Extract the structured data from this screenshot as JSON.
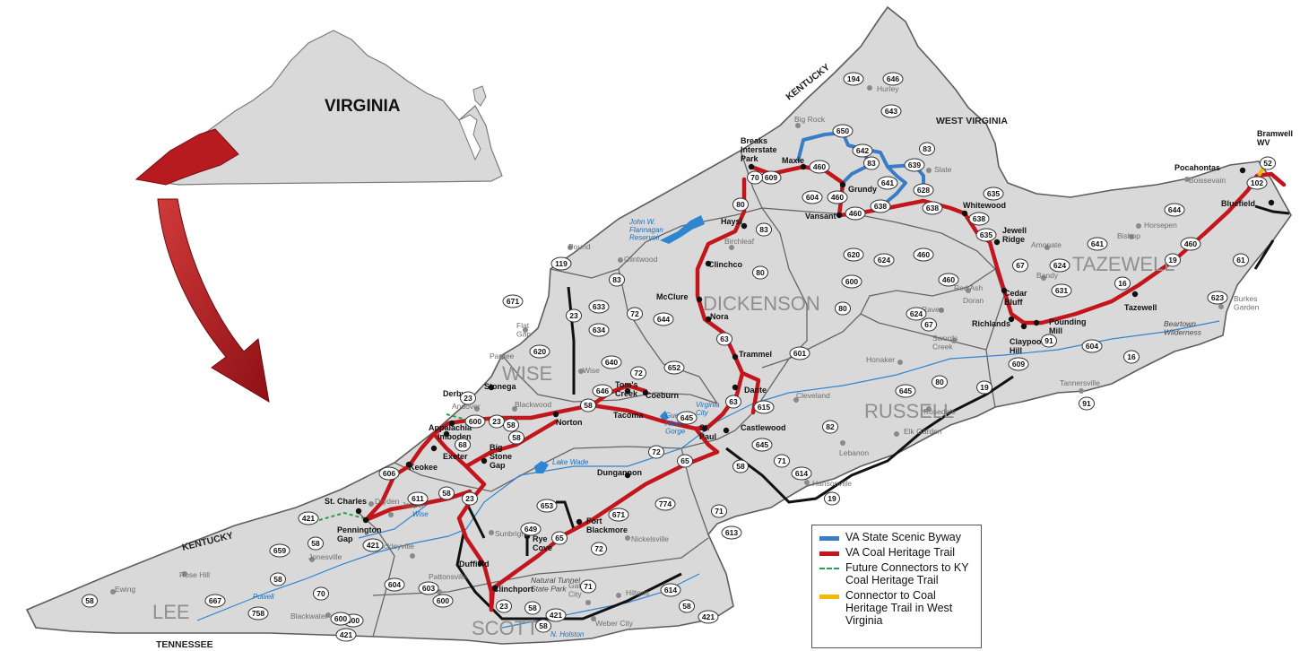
{
  "inset": {
    "state_label": "VIRGINIA"
  },
  "borders": {
    "kentucky_north": "KENTUCKY",
    "kentucky_south": "KENTUCKY",
    "west_virginia": "WEST VIRGINIA",
    "tennessee": "TENNESSEE"
  },
  "counties": {
    "lee": "LEE",
    "scott": "SCOTT",
    "wise": "WISE",
    "dickenson": "DICKENSON",
    "russell": "RUSSELL",
    "tazewell": "TAZEWELL",
    "buchanan_hidden": ""
  },
  "towns_trail": {
    "breaks": "Breaks\nInterstate\nPark",
    "maxie": "Maxie",
    "grundy": "Grundy",
    "vansant": "Vansant",
    "whitewood": "Whitewood",
    "jewell_ridge": "Jewell\nRidge",
    "cedar_bluff": "Cedar\nBluff",
    "richlands": "Richlands",
    "claypool_hill": "Claypool\nHill",
    "pounding_mill": "Pounding\nMill",
    "tazewell": "Tazewell",
    "bluefield": "Bluefield",
    "pocahontas": "Pocahontas",
    "bramwell": "Bramwell\nWV",
    "haysi": "Haysi",
    "clinchco": "Clinchco",
    "mcclure": "McClure",
    "nora": "Nora",
    "trammel": "Trammel",
    "dante": "Dante",
    "st_paul": "St.\nPaul",
    "castlewood": "Castlewood",
    "toms_creek": "Tom's\nCreek",
    "coeburn": "Coeburn",
    "tacoma": "Tacoma",
    "norton": "Norton",
    "stonega": "Stonega",
    "derby": "Derby",
    "appalachia": "Appalachia",
    "imboden": "Imboden",
    "exeter": "Exeter",
    "keokee": "Keokee",
    "big_stone_gap": "Big\nStone\nGap",
    "st_charles": "St. Charles",
    "pennington_gap": "Pennington\nGap",
    "dungannon": "Dungannon",
    "fort_blackmore": "Fort\nBlackmore",
    "rye_cove": "Rye\nCove",
    "duffield": "Duffield",
    "clinchport": "Clinchport"
  },
  "towns_other": {
    "hurley": "Hurley",
    "big_rock": "Big Rock",
    "slate": "Slate",
    "birchleaf": "Birchleaf",
    "clintwood": "Clintwood",
    "pound": "Pound",
    "flat_gap": "Flat\nGap",
    "pardee": "Pardee",
    "wise": "Wise",
    "andover": "Andover",
    "blackwood": "Blackwood",
    "dryden": "Dryden",
    "jasper": "Jasper",
    "stickleyville": "Stickleyville",
    "jonesville": "Jonesville",
    "rose_hill": "Rose Hill",
    "ewing": "Ewing",
    "blackwater": "Blackwater",
    "sunbright": "Sunbright",
    "pattonsville": "Pattonsville",
    "nickelsville": "Nickelsville",
    "gate_city": "Gate\nCity",
    "hiltons": "Hiltons",
    "weber_city": "Weber City",
    "hansonville": "Hansonville",
    "lebanon": "Lebanon",
    "elk_garden": "Elk Garden",
    "rosedale": "Rosedale",
    "cleveland": "Cleveland",
    "honaker": "Honaker",
    "swords_creek": "Swords\nCreek",
    "raven": "Raven",
    "red_ash": "Red Ash",
    "doran": "Doran",
    "bandy": "Bandy",
    "amonate": "Amonate",
    "horsepen": "Horsepen",
    "bishop": "Bishop",
    "boissevain": "Boissevain",
    "burkes_garden": "Burkes\nGarden",
    "tannersville": "Tannersville"
  },
  "water": {
    "flannagan": "John W.\nFlannagan\nReservoir",
    "guest_river": "Guest\nRiver\nGorge",
    "lake_wade": "Lake Wade",
    "powell": "Powell",
    "n_holston": "N. Holston",
    "clinch_river": "Virginia\nCity",
    "wise_river": "Wise"
  },
  "parks": {
    "natural_tunnel": "Natural Tunnel\nState Park",
    "beartown": "Beartown\nWilderness"
  },
  "shields": [
    {
      "id": "s194",
      "n": "194"
    },
    {
      "id": "s646",
      "n": "646"
    },
    {
      "id": "s643",
      "n": "643"
    },
    {
      "id": "s650",
      "n": "650"
    },
    {
      "id": "s642",
      "n": "642"
    },
    {
      "id": "s83a",
      "n": "83"
    },
    {
      "id": "s83b",
      "n": "83"
    },
    {
      "id": "s639",
      "n": "639"
    },
    {
      "id": "s641a",
      "n": "641"
    },
    {
      "id": "s638a",
      "n": "638"
    },
    {
      "id": "s628",
      "n": "628"
    },
    {
      "id": "s638b",
      "n": "638"
    },
    {
      "id": "s635a",
      "n": "635"
    },
    {
      "id": "s638c",
      "n": "638"
    },
    {
      "id": "s635b",
      "n": "635"
    },
    {
      "id": "s460a",
      "n": "460"
    },
    {
      "id": "s609a",
      "n": "609"
    },
    {
      "id": "s604a",
      "n": "604"
    },
    {
      "id": "s460b",
      "n": "460"
    },
    {
      "id": "s460c",
      "n": "460"
    },
    {
      "id": "s80a",
      "n": "80"
    },
    {
      "id": "s83c",
      "n": "83"
    },
    {
      "id": "s80b",
      "n": "80"
    },
    {
      "id": "s70a",
      "n": "70"
    },
    {
      "id": "s620a",
      "n": "620"
    },
    {
      "id": "s624a",
      "n": "624"
    },
    {
      "id": "s600a",
      "n": "600"
    },
    {
      "id": "s80c",
      "n": "80"
    },
    {
      "id": "s460d",
      "n": "460"
    },
    {
      "id": "s460e",
      "n": "460"
    },
    {
      "id": "s67a",
      "n": "67"
    },
    {
      "id": "s624b",
      "n": "624"
    },
    {
      "id": "s631",
      "n": "631"
    },
    {
      "id": "s641b",
      "n": "641"
    },
    {
      "id": "s16a",
      "n": "16"
    },
    {
      "id": "s19a",
      "n": "19"
    },
    {
      "id": "s460f",
      "n": "460"
    },
    {
      "id": "s644a",
      "n": "644"
    },
    {
      "id": "s102",
      "n": "102"
    },
    {
      "id": "s52",
      "n": "52"
    },
    {
      "id": "s61",
      "n": "61"
    },
    {
      "id": "s623",
      "n": "623"
    },
    {
      "id": "s604b",
      "n": "604"
    },
    {
      "id": "s91a",
      "n": "91"
    },
    {
      "id": "s609b",
      "n": "609"
    },
    {
      "id": "s16b",
      "n": "16"
    },
    {
      "id": "s91b",
      "n": "91"
    },
    {
      "id": "s624c",
      "n": "624"
    },
    {
      "id": "s67b",
      "n": "67"
    },
    {
      "id": "s601",
      "n": "601"
    },
    {
      "id": "s80d",
      "n": "80"
    },
    {
      "id": "s19b",
      "n": "19"
    },
    {
      "id": "s645a",
      "n": "645"
    },
    {
      "id": "s615",
      "n": "615"
    },
    {
      "id": "s82",
      "n": "82"
    },
    {
      "id": "s63a",
      "n": "63"
    },
    {
      "id": "s63b",
      "n": "63"
    },
    {
      "id": "s652",
      "n": "652"
    },
    {
      "id": "s644b",
      "n": "644"
    },
    {
      "id": "s72a",
      "n": "72"
    },
    {
      "id": "s83d",
      "n": "83"
    },
    {
      "id": "s119",
      "n": "119"
    },
    {
      "id": "s671a",
      "n": "671"
    },
    {
      "id": "s633",
      "n": "633"
    },
    {
      "id": "s23a",
      "n": "23"
    },
    {
      "id": "s634",
      "n": "634"
    },
    {
      "id": "s620b",
      "n": "620"
    },
    {
      "id": "s640",
      "n": "640"
    },
    {
      "id": "s72b",
      "n": "72"
    },
    {
      "id": "s646b",
      "n": "646"
    },
    {
      "id": "s58a",
      "n": "58"
    },
    {
      "id": "s645b",
      "n": "645"
    },
    {
      "id": "s645c",
      "n": "645"
    },
    {
      "id": "s58b",
      "n": "58"
    },
    {
      "id": "s71a",
      "n": "71"
    },
    {
      "id": "s614a",
      "n": "614"
    },
    {
      "id": "s19c",
      "n": "19"
    },
    {
      "id": "s65a",
      "n": "65"
    },
    {
      "id": "s72c",
      "n": "72"
    },
    {
      "id": "s600b",
      "n": "600"
    },
    {
      "id": "s23b",
      "n": "23"
    },
    {
      "id": "s58c",
      "n": "58"
    },
    {
      "id": "s68",
      "n": "68"
    },
    {
      "id": "s606",
      "n": "606"
    },
    {
      "id": "s611",
      "n": "611"
    },
    {
      "id": "s58d",
      "n": "58"
    },
    {
      "id": "s23c",
      "n": "23"
    },
    {
      "id": "s421a",
      "n": "421"
    },
    {
      "id": "s421b",
      "n": "421"
    },
    {
      "id": "s58e",
      "n": "58"
    },
    {
      "id": "s659",
      "n": "659"
    },
    {
      "id": "s58f",
      "n": "58"
    },
    {
      "id": "s70b",
      "n": "70"
    },
    {
      "id": "s667",
      "n": "667"
    },
    {
      "id": "s758",
      "n": "758"
    },
    {
      "id": "s58g",
      "n": "58"
    },
    {
      "id": "s600c",
      "n": "600"
    },
    {
      "id": "s604c",
      "n": "604"
    },
    {
      "id": "s603",
      "n": "603"
    },
    {
      "id": "s600d",
      "n": "600"
    },
    {
      "id": "s653",
      "n": "653"
    },
    {
      "id": "s649",
      "n": "649"
    },
    {
      "id": "s65b",
      "n": "65"
    },
    {
      "id": "s671b",
      "n": "671"
    },
    {
      "id": "s774",
      "n": "774"
    },
    {
      "id": "s72d",
      "n": "72"
    },
    {
      "id": "s71b",
      "n": "71"
    },
    {
      "id": "s613",
      "n": "613"
    },
    {
      "id": "s71c",
      "n": "71"
    },
    {
      "id": "s614b",
      "n": "614"
    },
    {
      "id": "s58h",
      "n": "58"
    },
    {
      "id": "s421c",
      "n": "421"
    },
    {
      "id": "s23d",
      "n": "23"
    },
    {
      "id": "s58i",
      "n": "58"
    },
    {
      "id": "s421d",
      "n": "421"
    },
    {
      "id": "s421e",
      "n": "421"
    },
    {
      "id": "s600e",
      "n": "600"
    },
    {
      "id": "s58j",
      "n": "58"
    },
    {
      "id": "s23e",
      "n": "23"
    },
    {
      "id": "s58k",
      "n": "58"
    }
  ],
  "legend": {
    "items": [
      {
        "label": "VA State Scenic Byway",
        "color": "#3a7cc6",
        "style": "solid"
      },
      {
        "label": "VA Coal Heritage Trail",
        "color": "#c3161c",
        "style": "solid"
      },
      {
        "label": "Future Connectors to KY Coal Heritage Trail",
        "color": "#27a04a",
        "style": "dashed"
      },
      {
        "label": "Connector to Coal Heritage Trail in West Virginia",
        "color": "#f5b800",
        "style": "solid"
      }
    ]
  },
  "colors": {
    "land": "#d9d9d9",
    "county_border": "#6b6b6b",
    "trail": "#c3161c",
    "byway": "#3a7cc6",
    "river": "#2f86d0",
    "major_road": "#111111",
    "arrow": "#b0191e",
    "highlight": "#b71a1f"
  }
}
